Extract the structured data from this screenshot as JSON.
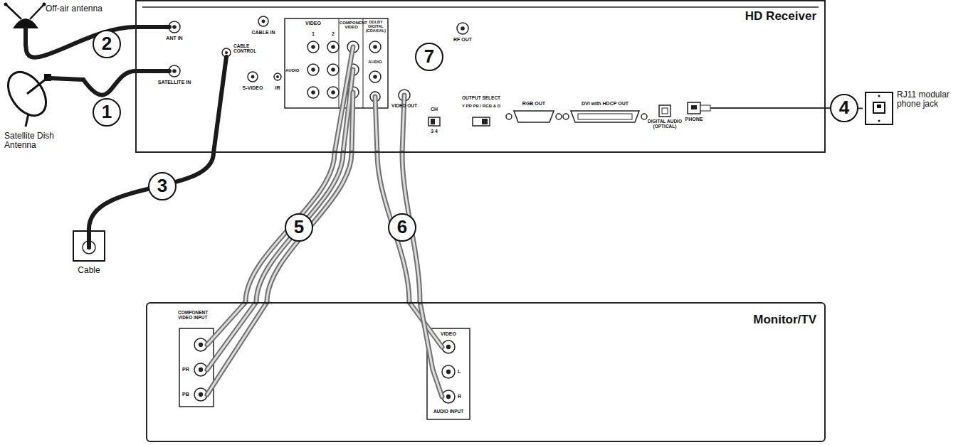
{
  "diagram": {
    "nodes": [
      {
        "text": [
          "HD Receiver"
        ]
      },
      {
        "text": [
          "Monitor/TV"
        ]
      },
      {
        "text": [
          "Off-air antenna"
        ]
      },
      {
        "text": [
          "Satellite Dish Antenna"
        ]
      },
      {
        "text": [
          "Cable"
        ]
      },
      {
        "text": [
          "RJ11 modular phone jack"
        ]
      }
    ],
    "edges": [
      {
        "from": 2,
        "to": 0,
        "arrow": "none"
      },
      {
        "from": 3,
        "to": 0,
        "arrow": "none"
      },
      {
        "from": 4,
        "to": 0,
        "arrow": "none"
      },
      {
        "from": 5,
        "to": 0,
        "arrow": "none"
      },
      {
        "from": 0,
        "to": 1,
        "arrow": "none"
      },
      {
        "from": 0,
        "to": 1,
        "arrow": "none"
      },
      {
        "from": 0,
        "to": 1,
        "arrow": "none"
      },
      {
        "from": 0,
        "to": 1,
        "arrow": "none"
      },
      {
        "from": 0,
        "to": 1,
        "arrow": "none"
      }
    ],
    "labels": [
      "1",
      "2",
      "3",
      "4",
      "5",
      "6",
      "7",
      "ANT IN",
      "SATELLITE IN",
      "CABLE IN",
      "CABLE CONTROL",
      "S-VIDEO",
      "IR",
      "VIDEO",
      "1",
      "2",
      "AUDIO",
      "COMPONENT VIDEO",
      "DOLBY DIGITAL (COAXIAL)",
      "AUDIO",
      "VIDEO OUT",
      "RF OUT",
      "CH",
      "3 4",
      "OUTPUT SELECT",
      "Y PR PB / RGB & D",
      "RGB OUT",
      "DVI with HDCP OUT",
      "DIGITAL AUDIO (OPTICAL)",
      "PHONE",
      "COMPONENT VIDEO INPUT",
      "PR",
      "PB",
      "VIDEO",
      "L",
      "R",
      "AUDIO INPUT"
    ]
  }
}
